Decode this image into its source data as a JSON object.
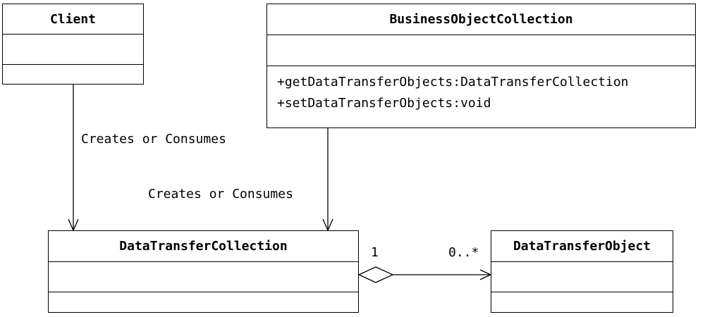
{
  "classes": {
    "client": {
      "name": "Client"
    },
    "business_object_collection": {
      "name": "BusinessObjectCollection",
      "operations": [
        "+getDataTransferObjects:DataTransferCollection",
        "+setDataTransferObjects:void"
      ]
    },
    "data_transfer_collection": {
      "name": "DataTransferCollection"
    },
    "data_transfer_object": {
      "name": "DataTransferObject"
    }
  },
  "relationships": {
    "client_dependency": {
      "label": "Creates or Consumes"
    },
    "business_dependency": {
      "label": "Creates or Consumes"
    },
    "aggregation": {
      "source_multiplicity": "1",
      "target_multiplicity": "0..*"
    }
  }
}
